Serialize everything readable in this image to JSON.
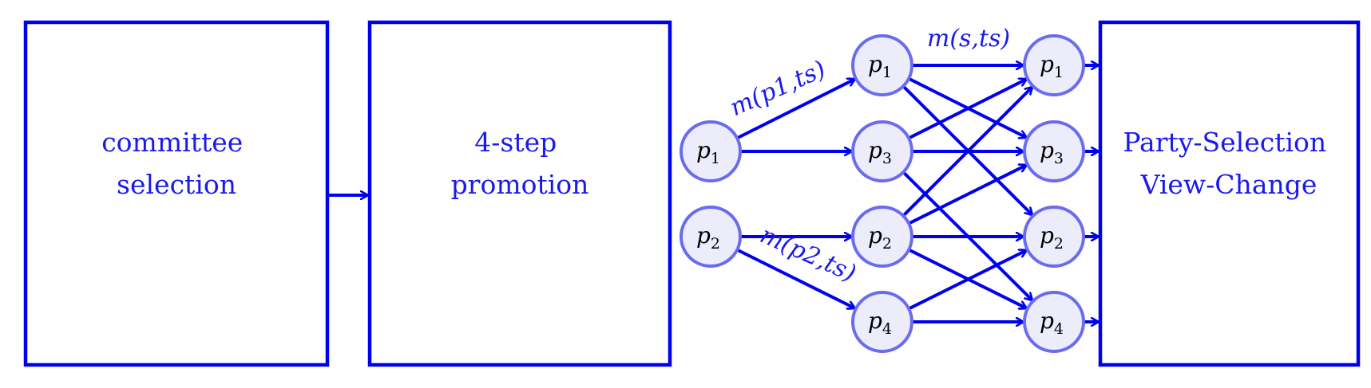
{
  "colors": {
    "stroke": "#0000ee",
    "node_stroke": "#6b6bef",
    "node_fill": "#ececfb",
    "node_text": "#000000",
    "label_text": "#1a1aee"
  },
  "boxes": {
    "committee": {
      "line1": "committee",
      "line2": "selection"
    },
    "promotion": {
      "line1": "4-step",
      "line2": "promotion"
    },
    "party": {
      "line1": "Party-Selection",
      "line2": "View-Change"
    }
  },
  "nodes": {
    "layer0": [
      {
        "base": "p",
        "sub": "1"
      },
      {
        "base": "p",
        "sub": "2"
      }
    ],
    "layer1": [
      {
        "base": "p",
        "sub": "1"
      },
      {
        "base": "p",
        "sub": "3"
      },
      {
        "base": "p",
        "sub": "2"
      },
      {
        "base": "p",
        "sub": "4"
      }
    ],
    "layer2": [
      {
        "base": "p",
        "sub": "1"
      },
      {
        "base": "p",
        "sub": "3"
      },
      {
        "base": "p",
        "sub": "2"
      },
      {
        "base": "p",
        "sub": "4"
      }
    ]
  },
  "edge_labels": {
    "m_p1": "m(p1,ts)",
    "m_p2": "m(p2,ts)",
    "m_s": "m(s,ts)"
  }
}
